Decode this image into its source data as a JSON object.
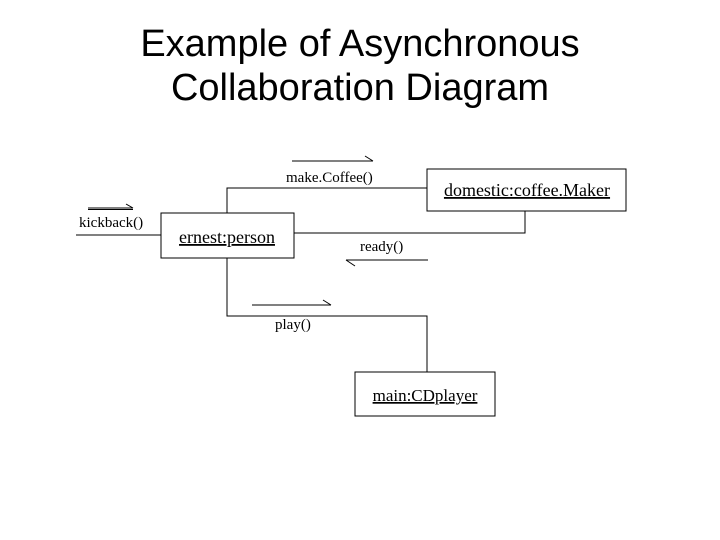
{
  "title": {
    "line1": "Example of Asynchronous",
    "line2": "Collaboration Diagram"
  },
  "objects": {
    "domestic": "domestic:coffee.Maker",
    "ernest": "ernest:person",
    "main": "main:CDplayer"
  },
  "messages": {
    "kickback": "kickback()",
    "makeCoffee": "make.Coffee()",
    "ready": "ready()",
    "play": "play()"
  },
  "colors": {
    "line": "#000000",
    "background": "#ffffff"
  }
}
